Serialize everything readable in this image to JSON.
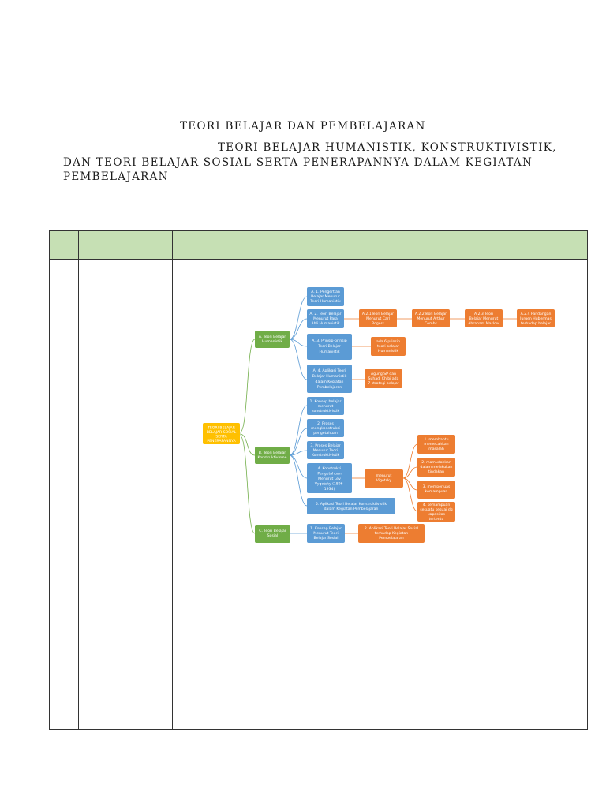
{
  "document": {
    "title_line1": "TEORI BELAJAR DAN PEMBELAJARAN",
    "title_line2": "TEORI BELAJAR HUMANISTIK, KONSTRUKTIVISTIK,",
    "title_line3": "DAN TEORI BELAJAR SOSIAL SERTA PENERAPANNYA DALAM KEGIATAN",
    "title_line4": "PEMBELAJARAN"
  },
  "colors": {
    "header_fill": "#c6e0b4",
    "root": "#ffc000",
    "green": "#70ad47",
    "blue": "#5b9bd5",
    "orange": "#ed7d31",
    "connector_green": "#70ad47",
    "connector_orange": "#ed7d31"
  },
  "mindmap": {
    "root": {
      "lines": [
        "TEORI BELAJAR",
        "BELAJAR SOSIAL",
        "SERTA",
        "PENERAPANNYA"
      ]
    },
    "branch_a": {
      "label": [
        "A. Teori Belajar",
        "Humanistik"
      ],
      "items": [
        [
          "A. 1. Pengertian",
          "Belajar Menurut",
          "Teori Humanistik"
        ],
        [
          "A. 2. Teori Belajar",
          "Menurut Para",
          "Ahli Humanistik"
        ],
        [
          "A. 3. Prinsip-prinsip",
          "Teori Belajar",
          "Humanistik"
        ],
        [
          "A. 4. Aplikasi Teori",
          "Belajar Humanistik",
          "dalam Kegiatan",
          "Pembelajaran"
        ]
      ],
      "experts": [
        [
          "A.2.1Teori Belajar",
          "Menurut Carl",
          "Rogers"
        ],
        [
          "A.2.2Teori Belajar",
          "Menurut Arthur",
          "Combs"
        ],
        [
          "A.2.3 Teori",
          "Belajar Menurut",
          "Abraham Maslow"
        ],
        [
          "A.2.4 Pandangan",
          "Jurgen Hubermas",
          "terhadap belajar"
        ]
      ],
      "principles_note": [
        "ada 6 prinsip",
        "teori belajar",
        "Humanistik"
      ],
      "application_note": [
        "Agung SP dan",
        "Suhadi Chibi  ada",
        "7 strategi belajar"
      ]
    },
    "branch_b": {
      "label": [
        "B. Teori Belajar",
        "Konstruktivisme"
      ],
      "items": [
        [
          "1. Konsep belajar",
          "menurut",
          "konstruktivistik"
        ],
        [
          "2. Proses",
          "mengkonstruksi",
          "pengetahuan"
        ],
        [
          "3. Proses Belajar",
          "Menurut Teori",
          "Konstruktivistik"
        ],
        [
          "4. Konstruksi",
          "Pengetahuan",
          "Menurut Lev",
          "Vygotsky (1896-",
          "1934)"
        ],
        [
          "5. Aplikasi Teori Belajar Konstruktivistik",
          "dalam Kegiatan Pembelajaran"
        ]
      ],
      "vygotsky_note": [
        "menurut",
        "Vigotsky"
      ],
      "vygotsky_points": [
        [
          "1. membantu",
          "memecahkan",
          "masalah"
        ],
        [
          "2. mamudahkan",
          "dalam melakukan",
          "tindakan"
        ],
        [
          "3. memperluas",
          "kemampuan"
        ],
        [
          "4. kemampuan",
          "sesuatu sesuai dg",
          "kapasitas",
          "tertentu"
        ]
      ]
    },
    "branch_c": {
      "label": [
        "C. Teori Belajar",
        "Sosial"
      ],
      "items": [
        [
          "1. Konsep Belajar",
          "Menurut Teori",
          "Belajar Sosial"
        ]
      ],
      "application": [
        "2. Aplikasi Teori Belajar Sosial",
        "terhadap Kegiatan",
        "Pembelajaran"
      ]
    }
  }
}
